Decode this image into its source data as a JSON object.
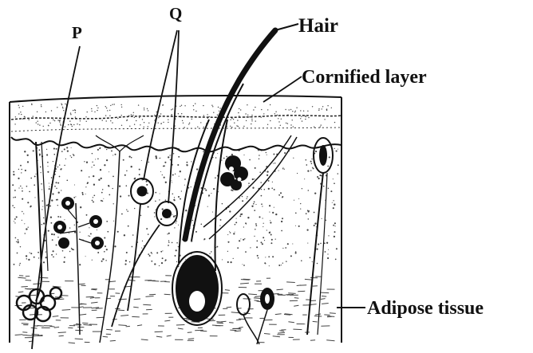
{
  "labels": {
    "p": "P",
    "q": "Q",
    "hair": "Hair",
    "cornified_layer": "Cornified layer",
    "adipose_tissue": "Adipose tissue"
  },
  "colors": {
    "ink": "#111111",
    "paper": "#ffffff",
    "stipple": "#444444"
  }
}
